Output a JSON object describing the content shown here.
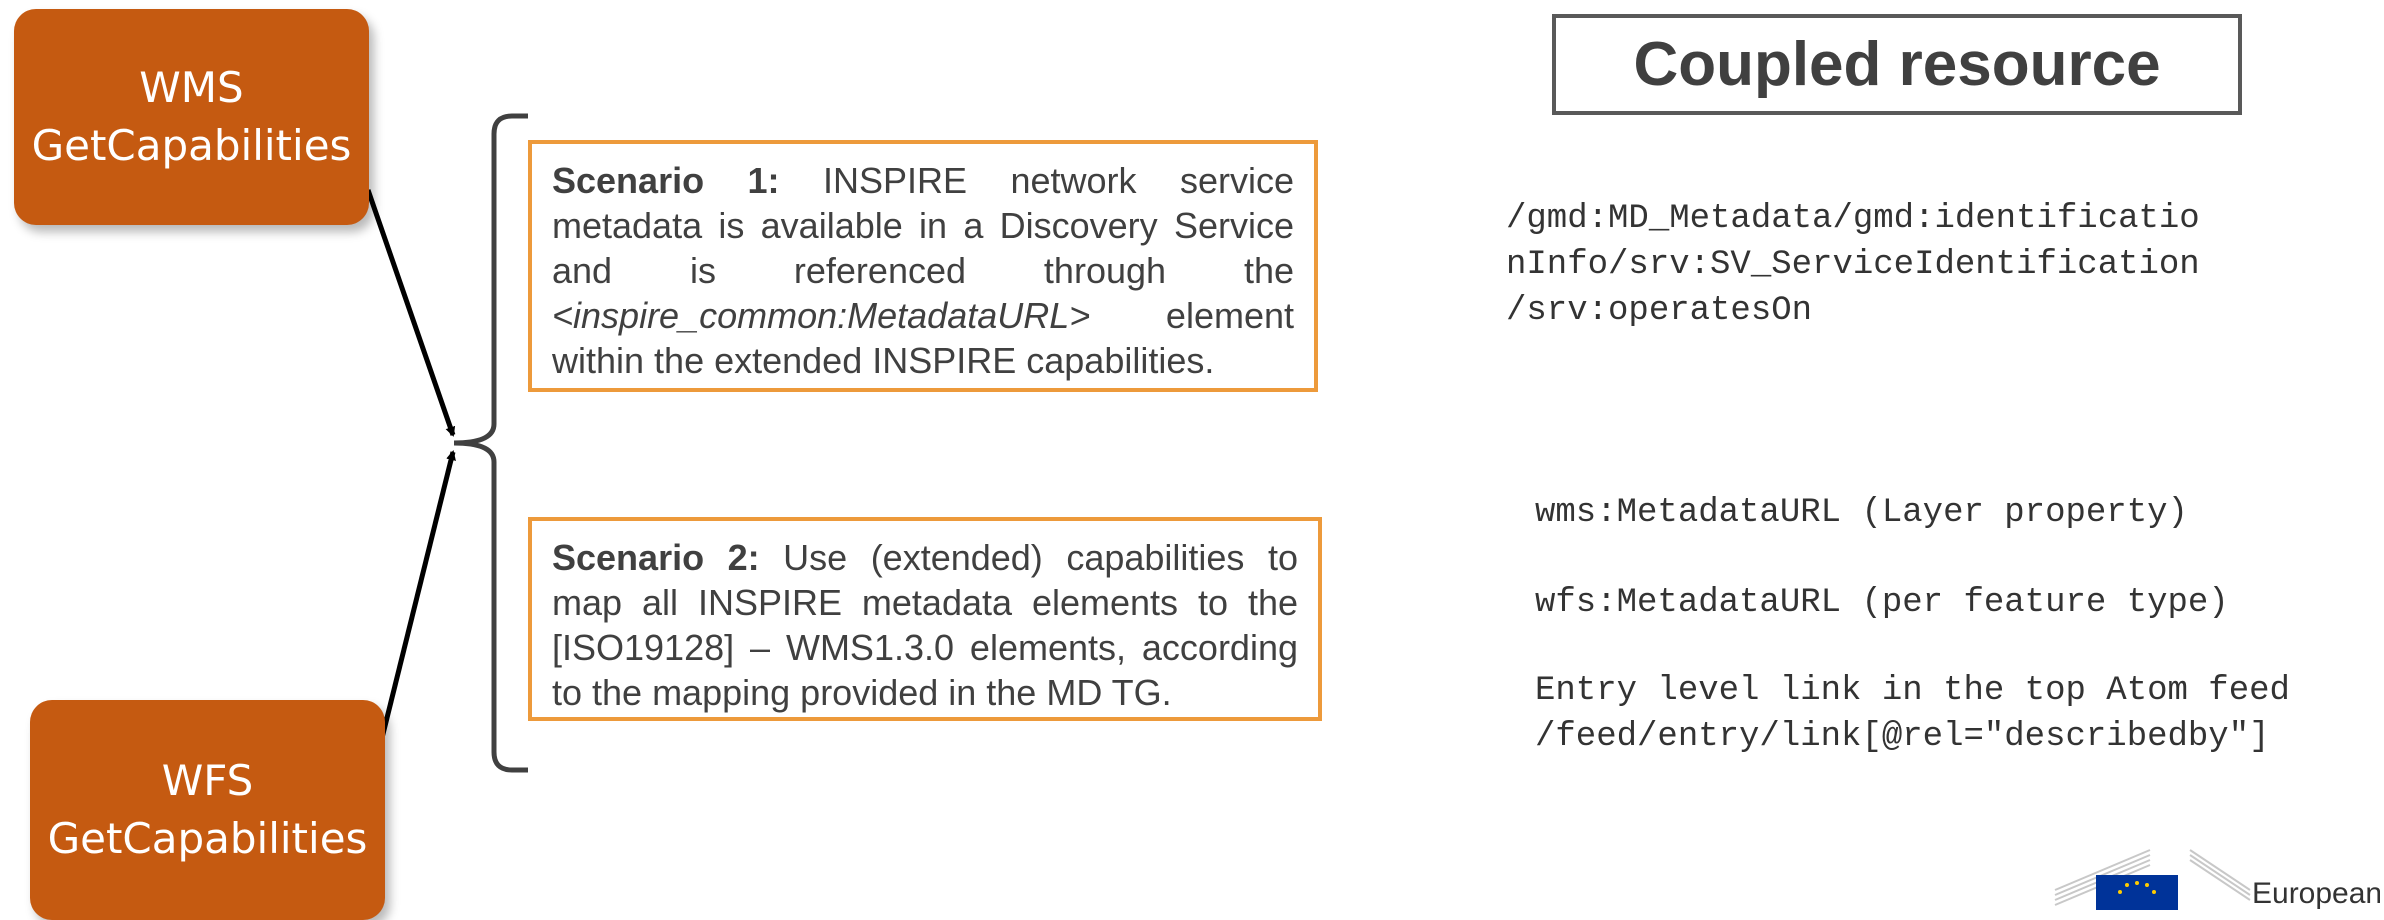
{
  "services": {
    "wms": {
      "line1": "WMS",
      "line2": "GetCapabilities"
    },
    "wfs": {
      "line1": "WFS",
      "line2": "GetCapabilities"
    }
  },
  "scenarios": {
    "s1": {
      "label": "Scenario 1:",
      "text_a": " INSPIRE network service metadata is available in a Discovery Service and is referenced through the ",
      "element": "<inspire_common:MetadataURL>",
      "text_b": " element within the extended INSPIRE capabilities."
    },
    "s2": {
      "label": "Scenario 2:",
      "text": " Use (extended) capabilities to map all INSPIRE metadata elements to the [ISO19128] – WMS1.3.0 elements, according to the mapping provided in the MD TG."
    }
  },
  "coupled_resource": {
    "title": "Coupled resource",
    "xpath": "/gmd:MD_Metadata/gmd:identificatio\nnInfo/srv:SV_ServiceIdentification\n/srv:operatesOn",
    "wms_metadata": "wms:MetadataURL (Layer property)",
    "wfs_metadata": "wfs:MetadataURL (per feature type)",
    "atom_link": "Entry level link in the top Atom feed\n/feed/entry/link[@rel=\"describedby\"]"
  },
  "logo": {
    "text": "European",
    "colors": {
      "flag": "#003399",
      "stars": "#ffcc00"
    }
  },
  "colors": {
    "service_box": "#c55a11",
    "scenario_border": "#ed9a3b",
    "title_border": "#595959"
  }
}
